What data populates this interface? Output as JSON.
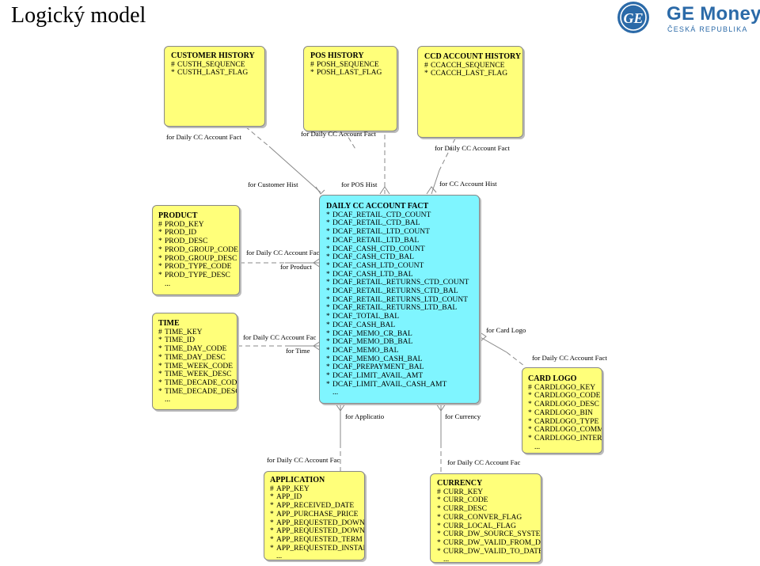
{
  "slide": {
    "title": "Logický model"
  },
  "logo": {
    "brand": "GE Money",
    "subtitle": "ČESKÁ REPUBLIKA",
    "icon": "ge-monogram-icon",
    "color": "#2b6aa8"
  },
  "colors": {
    "entity": "#ffff7a",
    "fact": "#7ff5ff"
  },
  "entities": {
    "customer_history": {
      "name": "CUSTOMER HISTORY",
      "attrs": [
        {
          "m": "#",
          "t": "CUSTH_SEQUENCE"
        },
        {
          "m": "*",
          "t": "CUSTH_LAST_FLAG"
        }
      ]
    },
    "pos_history": {
      "name": "POS HISTORY",
      "attrs": [
        {
          "m": "#",
          "t": "POSH_SEQUENCE"
        },
        {
          "m": "*",
          "t": "POSH_LAST_FLAG"
        }
      ]
    },
    "ccd_account_history": {
      "name": "CCD ACCOUNT HISTORY",
      "attrs": [
        {
          "m": "#",
          "t": "CCACCH_SEQUENCE"
        },
        {
          "m": "*",
          "t": "CCACCH_LAST_FLAG"
        }
      ]
    },
    "product": {
      "name": "PRODUCT",
      "attrs": [
        {
          "m": "#",
          "t": "PROD_KEY"
        },
        {
          "m": "*",
          "t": "PROD_ID"
        },
        {
          "m": "*",
          "t": "PROD_DESC"
        },
        {
          "m": "*",
          "t": "PROD_GROUP_CODE"
        },
        {
          "m": "*",
          "t": "PROD_GROUP_DESC"
        },
        {
          "m": "*",
          "t": "PROD_TYPE_CODE"
        },
        {
          "m": "*",
          "t": "PROD_TYPE_DESC"
        },
        {
          "m": "",
          "t": "..."
        }
      ]
    },
    "time": {
      "name": "TIME",
      "attrs": [
        {
          "m": "#",
          "t": "TIME_KEY"
        },
        {
          "m": "*",
          "t": "TIME_ID"
        },
        {
          "m": "*",
          "t": "TIME_DAY_CODE"
        },
        {
          "m": "*",
          "t": "TIME_DAY_DESC"
        },
        {
          "m": "*",
          "t": "TIME_WEEK_CODE"
        },
        {
          "m": "*",
          "t": "TIME_WEEK_DESC"
        },
        {
          "m": "*",
          "t": "TIME_DECADE_CODE"
        },
        {
          "m": "*",
          "t": "TIME_DECADE_DESC"
        },
        {
          "m": "",
          "t": "..."
        }
      ]
    },
    "daily_cc_account_fact": {
      "name": "DAILY CC ACCOUNT FACT",
      "attrs": [
        {
          "m": "*",
          "t": "DCAF_RETAIL_CTD_COUNT"
        },
        {
          "m": "*",
          "t": "DCAF_RETAIL_CTD_BAL"
        },
        {
          "m": "*",
          "t": "DCAF_RETAIL_LTD_COUNT"
        },
        {
          "m": "*",
          "t": "DCAF_RETAIL_LTD_BAL"
        },
        {
          "m": "*",
          "t": "DCAF_CASH_CTD_COUNT"
        },
        {
          "m": "*",
          "t": "DCAF_CASH_CTD_BAL"
        },
        {
          "m": "*",
          "t": "DCAF_CASH_LTD_COUNT"
        },
        {
          "m": "*",
          "t": "DCAF_CASH_LTD_BAL"
        },
        {
          "m": "*",
          "t": "DCAF_RETAIL_RETURNS_CTD_COUNT"
        },
        {
          "m": "*",
          "t": "DCAF_RETAIL_RETURNS_CTD_BAL"
        },
        {
          "m": "*",
          "t": "DCAF_RETAIL_RETURNS_LTD_COUNT"
        },
        {
          "m": "*",
          "t": "DCAF_RETAIL_RETURNS_LTD_BAL"
        },
        {
          "m": "*",
          "t": "DCAF_TOTAL_BAL"
        },
        {
          "m": "*",
          "t": "DCAF_CASH_BAL"
        },
        {
          "m": "*",
          "t": "DCAF_MEMO_CR_BAL"
        },
        {
          "m": "*",
          "t": "DCAF_MEMO_DB_BAL"
        },
        {
          "m": "*",
          "t": "DCAF_MEMO_BAL"
        },
        {
          "m": "*",
          "t": "DCAF_MEMO_CASH_BAL"
        },
        {
          "m": "*",
          "t": "DCAF_PREPAYMENT_BAL"
        },
        {
          "m": "*",
          "t": "DCAF_LIMIT_AVAIL_AMT"
        },
        {
          "m": "*",
          "t": "DCAF_LIMIT_AVAIL_CASH_AMT"
        },
        {
          "m": "",
          "t": "..."
        }
      ]
    },
    "card_logo": {
      "name": "CARD LOGO",
      "attrs": [
        {
          "m": "#",
          "t": "CARDLOGO_KEY"
        },
        {
          "m": "*",
          "t": "CARDLOGO_CODE"
        },
        {
          "m": "*",
          "t": "CARDLOGO_DESC"
        },
        {
          "m": "*",
          "t": "CARDLOGO_BIN"
        },
        {
          "m": "*",
          "t": "CARDLOGO_TYPE"
        },
        {
          "m": "*",
          "t": "CARDLOGO_COMMER"
        },
        {
          "m": "*",
          "t": "CARDLOGO_INTERNA"
        },
        {
          "m": "",
          "t": "..."
        }
      ]
    },
    "application": {
      "name": "APPLICATION",
      "attrs": [
        {
          "m": "#",
          "t": "APP_KEY"
        },
        {
          "m": "*",
          "t": "APP_ID"
        },
        {
          "m": "*",
          "t": "APP_RECEIVED_DATE"
        },
        {
          "m": "*",
          "t": "APP_PURCHASE_PRICE"
        },
        {
          "m": "*",
          "t": "APP_REQUESTED_DOWNPAY"
        },
        {
          "m": "*",
          "t": "APP_REQUESTED_DOWNPAY"
        },
        {
          "m": "*",
          "t": "APP_REQUESTED_TERM"
        },
        {
          "m": "*",
          "t": "APP_REQUESTED_INSTALLM"
        },
        {
          "m": "",
          "t": "..."
        }
      ]
    },
    "currency": {
      "name": "CURRENCY",
      "attrs": [
        {
          "m": "#",
          "t": "CURR_KEY"
        },
        {
          "m": "*",
          "t": "CURR_CODE"
        },
        {
          "m": "*",
          "t": "CURR_DESC"
        },
        {
          "m": "*",
          "t": "CURR_CONVER_FLAG"
        },
        {
          "m": "*",
          "t": "CURR_LOCAL_FLAG"
        },
        {
          "m": "*",
          "t": "CURR_DW_SOURCE_SYSTEM"
        },
        {
          "m": "*",
          "t": "CURR_DW_VALID_FROM_DATE"
        },
        {
          "m": "*",
          "t": "CURR_DW_VALID_TO_DATE"
        },
        {
          "m": "",
          "t": "..."
        }
      ]
    }
  },
  "relationship_labels": {
    "ch_fact": "for Daily CC Account Fact",
    "ph_fact": "for Daily CC Account Fact",
    "ccd_fact": "for Daily CC Account Fact",
    "fact_customer": "for Customer Hist",
    "fact_pos": "for POS Hist",
    "fact_cc": "for CC Account Hist",
    "product_fact": "for Daily CC Account Fac",
    "fact_product": "for Product",
    "time_fact": "for Daily CC Account Fac",
    "fact_time": "for Time",
    "fact_cardlogo": "for Card Logo",
    "cardlogo_fact": "for Daily CC Account Fact",
    "fact_application": "for Applicatio",
    "fact_currency": "for Currency",
    "application_fact": "for Daily CC Account Fac",
    "currency_fact": "for Daily CC Account Fac"
  }
}
